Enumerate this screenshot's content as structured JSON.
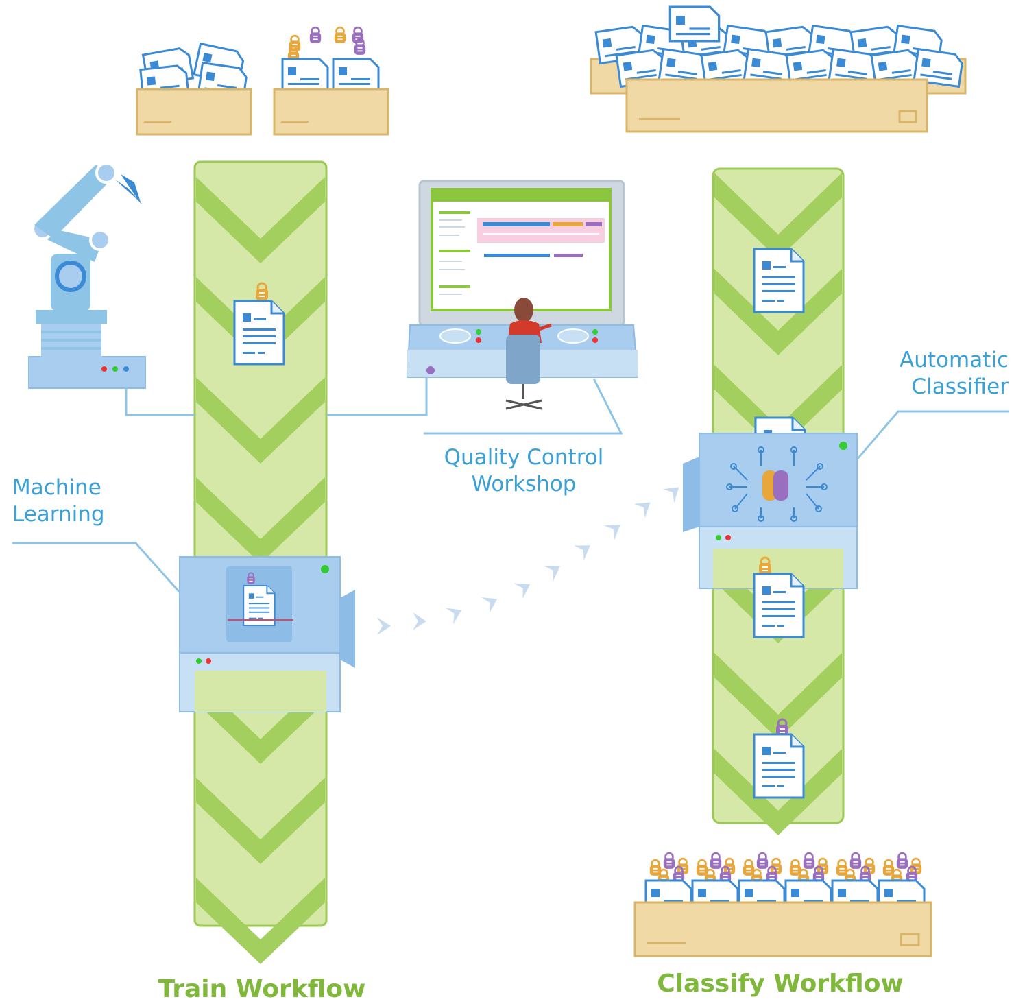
{
  "labels": {
    "machine_learning": [
      "Machine",
      "Learning"
    ],
    "quality_control": [
      "Quality Control",
      "Workshop"
    ],
    "automatic_classifier": [
      "Automatic",
      "Classifier"
    ]
  },
  "titles": {
    "train": "Train Workflow",
    "classify": "Classify Workflow"
  },
  "colors": {
    "belt": "#d6e8a8",
    "chevron": "#a3cf5e",
    "belt_edge": "#9bcb54",
    "label_blue": "#3aa0d8",
    "title_green": "#7fb83a",
    "box": "#f0d9a4",
    "box_edge": "#d9b56a",
    "machine": "#a9cdef",
    "machine_dark": "#8dbce6",
    "robot": "#8ec4e6",
    "badge_gold": "#e8a73a",
    "badge_purple": "#9a6fc0",
    "doc_blue": "#3a8ad6",
    "arrow": "#c9dcef",
    "screen_green": "#8cc63f"
  },
  "icons": [
    "robot-arm-icon",
    "document-icon",
    "lock-badge-icon",
    "storage-box-icon",
    "computer-console-icon",
    "operator-icon",
    "scanner-machine-icon",
    "classifier-chip-icon",
    "arrow-chevron-icon"
  ]
}
